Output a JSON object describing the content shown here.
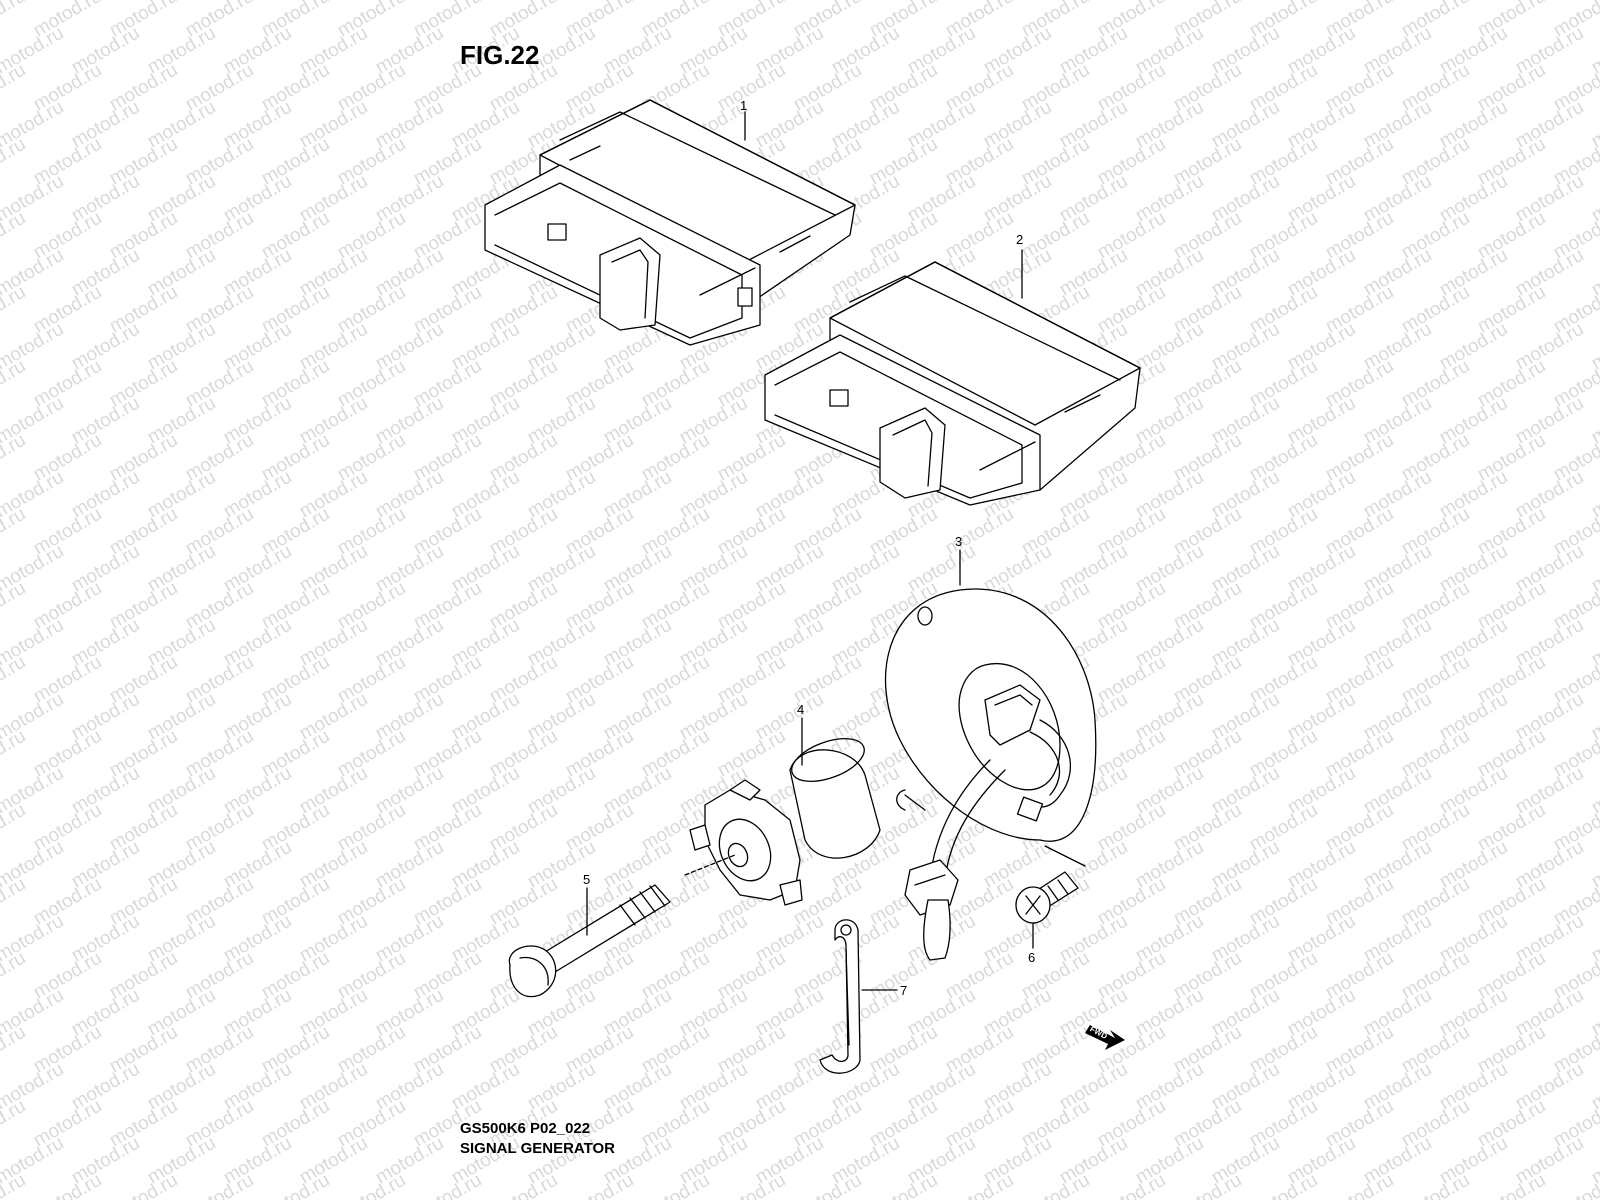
{
  "figure_label": "FIG.22",
  "watermark_text": "motod.ru",
  "callouts": {
    "part1": "1",
    "part2": "2",
    "part3": "3",
    "part4": "4",
    "part5": "5",
    "part6": "6",
    "part7": "7"
  },
  "fwd_label": "FWD",
  "footer": {
    "code": "GS500K6 P02_022",
    "name": "SIGNAL GENERATOR"
  }
}
